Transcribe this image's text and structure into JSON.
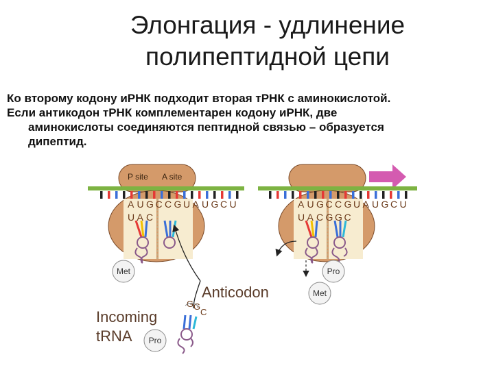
{
  "slide": {
    "title_line1": "Элонгация - удлинение",
    "title_line2": "полипептидной цепи",
    "para1": "Ко второму кодону иРНК подходит вторая тРНК с аминокислотой.",
    "para2_line1": "Если антикодон тРНК комплементарен кодону иРНК, две",
    "para2_line2": "аминокислоты соединяются пептидной связью – образуется",
    "para2_line3": "дипептид."
  },
  "diagram": {
    "p_site_label": "P site",
    "a_site_label": "A site",
    "mrna_codons": [
      "A",
      "U",
      "G",
      "C",
      "C",
      "G",
      "U",
      "A",
      "U",
      "G",
      "C",
      "U"
    ],
    "left_anticodon": [
      "U",
      "A",
      "C"
    ],
    "right_anticodon": [
      "U",
      "A",
      "C",
      "G",
      "G",
      "C"
    ],
    "met_label": "Met",
    "pro_label": "Pro",
    "anticodon_label": "Anticodon",
    "incoming_label_line1": "Incoming",
    "incoming_label_line2": "tRNA",
    "incoming_anticodon": [
      "G",
      "G",
      "C"
    ],
    "colors": {
      "ribosome": "#d49a6a",
      "ribosome_outline": "#7a4a28",
      "mrna": "#7db342",
      "a_base": "#e53935",
      "u_base": "#f2c200",
      "g_base": "#3a6fd8",
      "c_base": "#2eb8d8",
      "arrow": "#d45bb0",
      "text": "#6b3a1a"
    }
  }
}
